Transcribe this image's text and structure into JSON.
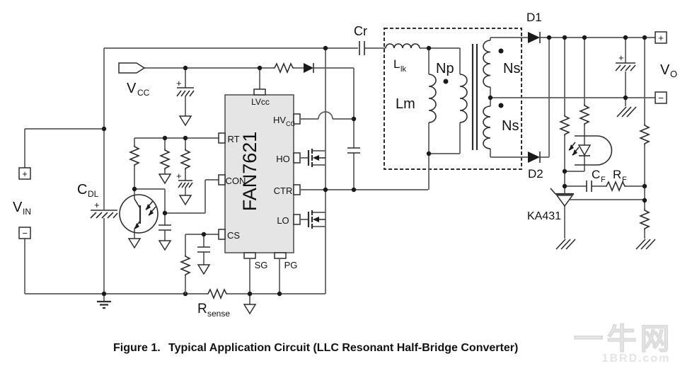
{
  "diagram": {
    "title_caption": {
      "prefix": "Figure 1.",
      "text": "Typical Application Circuit (LLC Resonant Half-Bridge Converter)"
    },
    "watermark": {
      "line1": "一牛网",
      "line2": "1BRD.com"
    },
    "ic": {
      "name": "FAN7621",
      "pins": {
        "lvcc": "LVcc",
        "hvcc_main": "HV",
        "hvcc_sub": "CC",
        "ho": "HO",
        "ctr": "CTR",
        "lo": "LO",
        "rt": "RT",
        "con": "CON",
        "cs": "CS",
        "sg": "SG",
        "pg": "PG"
      }
    },
    "labels": {
      "vin_main": "V",
      "vin_sub": "IN",
      "vcc_main": "V",
      "vcc_sub": "CC",
      "vo_main": "V",
      "vo_sub": "O",
      "cdl_main": "C",
      "cdl_sub": "DL",
      "cr": "Cr",
      "llk_main": "L",
      "llk_sub": "lk",
      "lm": "Lm",
      "np": "Np",
      "ns_top": "Ns",
      "ns_bottom": "Ns",
      "d1": "D1",
      "d2": "D2",
      "cf_main": "C",
      "cf_sub": "F",
      "rf_main": "R",
      "rf_sub": "F",
      "ka431": "KA431",
      "rsense_main": "R",
      "rsense_sub": "sense"
    },
    "terminals": {
      "plus": "+",
      "minus": "−"
    },
    "polarity": {
      "plus": "+"
    },
    "colors": {
      "background": "#ffffff",
      "wire": "#5b5b5b",
      "component": "#2d2d2d",
      "ic_fill": "#e5e5e5",
      "ic_border": "#555555",
      "text": "#111111",
      "watermark": "#e4e4e4"
    }
  }
}
